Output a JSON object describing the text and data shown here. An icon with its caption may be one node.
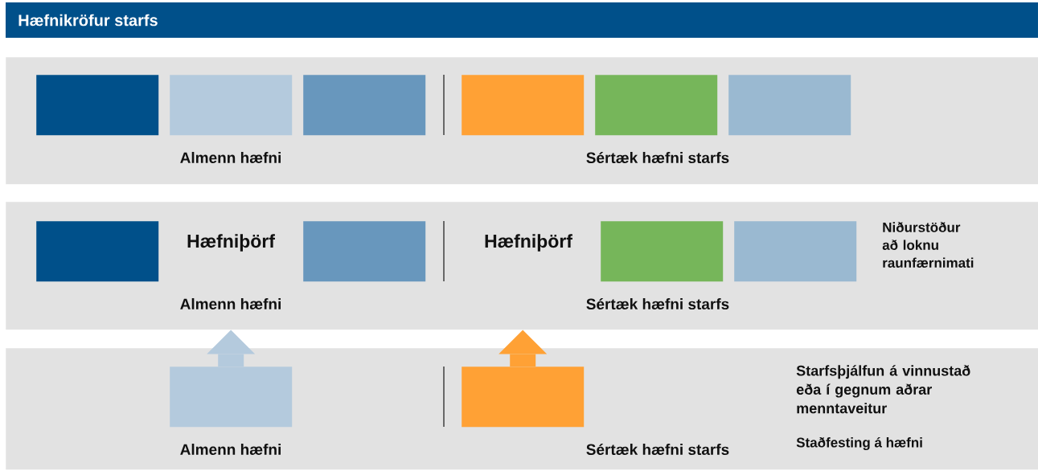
{
  "diagram": {
    "title": "Hæfnikröfur starfs",
    "nodes": [
      {
        "text": [
          "Almenn hæfni",
          "Sértæk hæfni starfs"
        ]
      },
      {
        "text": [],
        "shape": "box",
        "in": 0
      },
      {
        "text": [],
        "shape": "box",
        "in": 0
      },
      {
        "text": [],
        "shape": "box",
        "in": 0
      },
      {
        "text": [],
        "shape": "box",
        "in": 0
      },
      {
        "text": [],
        "shape": "box",
        "in": 0
      },
      {
        "text": [],
        "shape": "box",
        "in": 0
      },
      {
        "text": [
          "Hæfniþörf",
          "Hæfniþörf",
          "Niðurstöður að loknu raunfærnimati",
          "Almenn hæfni",
          "Sértæk hæfni starfs"
        ]
      },
      {
        "text": [],
        "shape": "box",
        "in": 7
      },
      {
        "text": [],
        "shape": "box",
        "in": 7
      },
      {
        "text": [],
        "shape": "box",
        "in": 7
      },
      {
        "text": [],
        "shape": "box",
        "in": 7
      },
      {
        "text": [
          "Starfsþjálfun á vinnustað eða í gegnum aðrar menntaveitur",
          "Almenn hæfni",
          "Sértæk hæfni starfs",
          "Staðfesting á hæfni"
        ]
      },
      {
        "text": [],
        "shape": "box",
        "in": 12
      },
      {
        "text": [],
        "shape": "box",
        "in": 12
      }
    ],
    "edges": [
      {
        "from": 13,
        "to": 7,
        "arrow": "to",
        "color": "#b4cadd"
      },
      {
        "from": 14,
        "to": 7,
        "arrow": "to",
        "color": "#ffa135"
      }
    ]
  }
}
